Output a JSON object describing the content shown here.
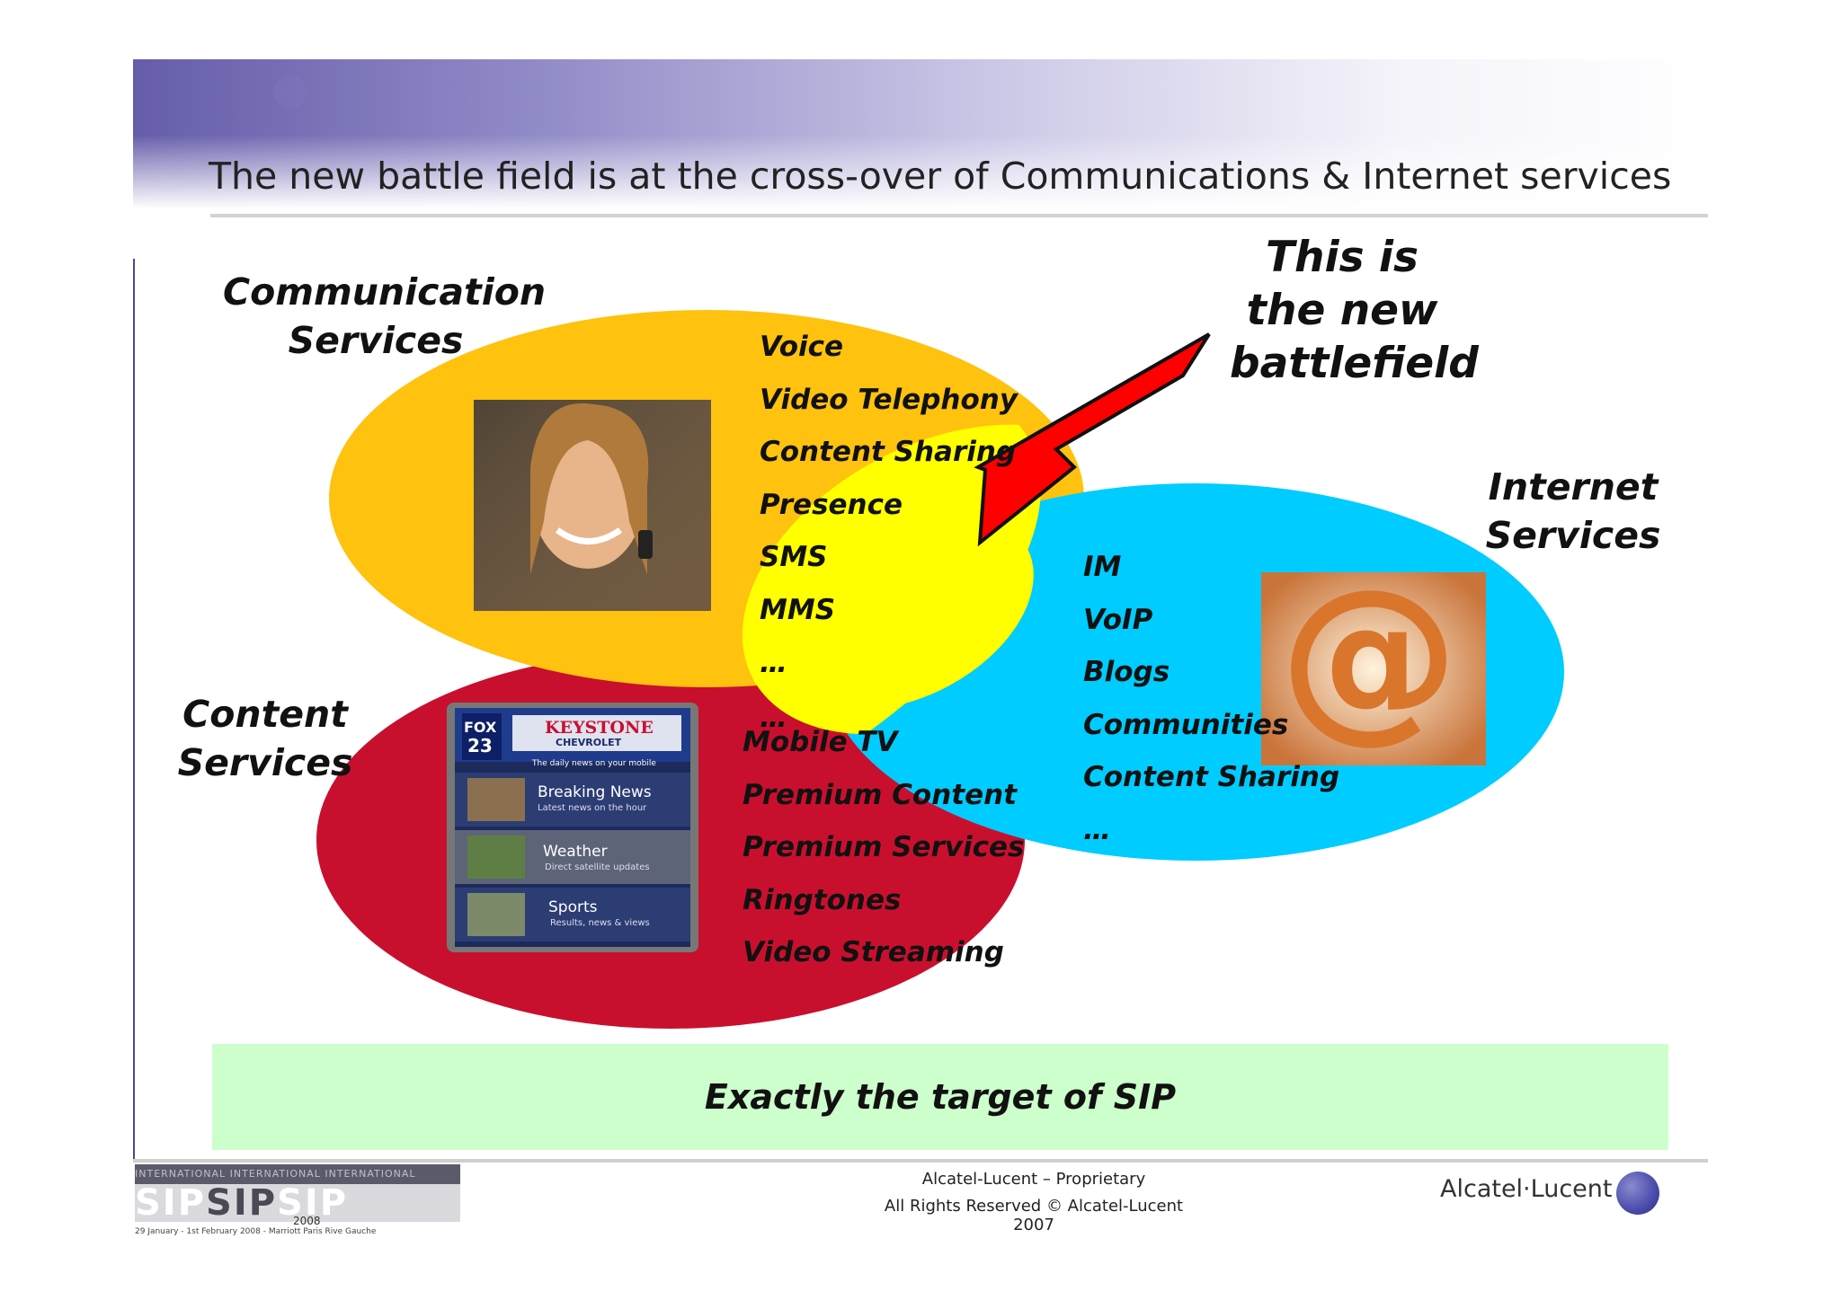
{
  "slide": {
    "title": "The new battle field is at the cross-over of Communications & Internet services"
  },
  "groups": {
    "communication": {
      "heading": "Communication\nServices",
      "items": [
        "Voice",
        "Video Telephony",
        "Content Sharing",
        "Presence",
        "SMS",
        "MMS",
        "…"
      ],
      "color": "#ffc20e"
    },
    "content": {
      "heading": "Content\nServices",
      "items": [
        "…",
        "Mobile TV",
        "Premium Content",
        "Premium Services",
        "Ringtones",
        "Video Streaming"
      ],
      "color": "#c8102e"
    },
    "internet": {
      "heading": "Internet\nServices",
      "items": [
        "IM",
        "VoIP",
        "Blogs",
        "Communities",
        "Content Sharing",
        "…"
      ],
      "color": "#00ccff"
    },
    "overlap_color": "#ffff00"
  },
  "callout": {
    "text": "This is the new battlefield",
    "arrow_color": "#ff0000"
  },
  "images": {
    "woman_phone": "woman-on-phone-photo",
    "mobile_tv": "mobile-tv-screen",
    "at_sign": "at-sign-graphic",
    "mobile": {
      "brand": "FOX",
      "channel": "23",
      "sponsor": "KEYSTONE",
      "sponsor_sub": "CHEVROLET",
      "tagline": "The daily news on your mobile",
      "rows": [
        {
          "title": "Breaking News",
          "sub": "Latest news on the hour"
        },
        {
          "title": "Weather",
          "sub": "Direct satellite updates"
        },
        {
          "title": "Sports",
          "sub": "Results, news & views"
        }
      ]
    }
  },
  "banner": {
    "text": "Exactly the target of SIP",
    "color": "#ccffcc"
  },
  "footer": {
    "line1": "Alcatel-Lucent – Proprietary",
    "line2": "All Rights Reserved © Alcatel-Lucent 2007",
    "brand": "Alcatel·Lucent",
    "event_banner": "INTERNATIONAL INTERNATIONAL INTERNATIONAL",
    "event_word_left": "SIP",
    "event_word_mid": "SIP",
    "event_word_right": "SIP",
    "event_year": "2008",
    "event_dates": "29 January - 1st February 2008 - Marriott Paris Rive Gauche"
  }
}
